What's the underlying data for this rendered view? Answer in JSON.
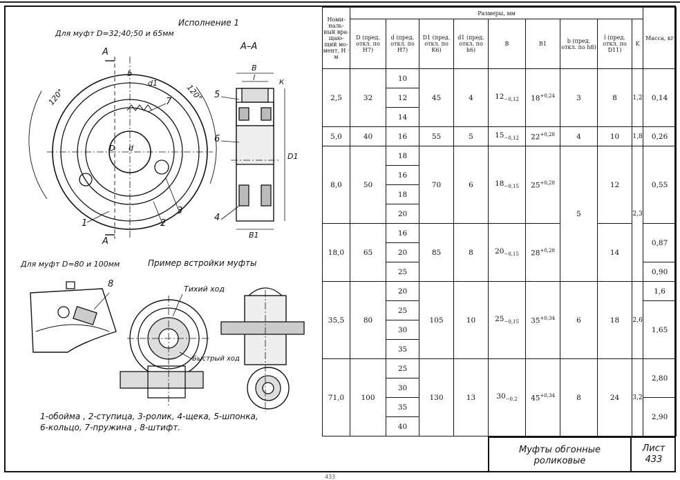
{
  "drawing": {
    "title_execution": "Исполнение 1",
    "caption_couplings_1": "Для муфт D=32;40;50 и 65мм",
    "section_label": "А–А",
    "section_mark_top": "А",
    "section_mark_bottom": "А",
    "angle_left": "120°",
    "angle_right": "120°",
    "dim_b": "b",
    "dim_d1": "d1",
    "dim_D": "D",
    "dim_d": "d",
    "dim_B": "В",
    "dim_l": "l",
    "dim_K": "К",
    "dim_D1": "D1",
    "dim_B1": "В1",
    "callouts": [
      "1",
      "2",
      "3",
      "4",
      "5",
      "6",
      "7",
      "8"
    ],
    "caption_couplings_2": "Для муфт D=80 и 100мм",
    "caption_example": "Пример встройки муфты",
    "label_slow": "Тихий ход",
    "label_fast": "Быстрый ход",
    "legend_line1": "1-обойма , 2-ступица, 3-ролик, 4-щека, 5-шпонка,",
    "legend_line2": "6-кольцо, 7-пружина , 8-штифт."
  },
  "table": {
    "header_nominal": "Номи- наль- ный вра- щаю- щий мо- мент, Н · м",
    "header_sizes": "Размеры, мм",
    "header_D": "D (пред. откл. по H7)",
    "header_d": "d (пред. откл. по H7)",
    "header_D1": "D1 (пред. откл. по K6)",
    "header_d1": "d1 (пред. откл. по h6)",
    "header_B": "B",
    "header_B1": "B1",
    "header_b": "b (пред. откл. по h8)",
    "header_l": "l (пред. откл. по D11)",
    "header_K": "K",
    "header_mass": "Масса, кг",
    "rows": {
      "r1": {
        "torque": "2,5",
        "D": "32",
        "d": [
          "10",
          "12",
          "14"
        ],
        "D1": "45",
        "d1": "4",
        "B": "12",
        "B_tol": "−0,12",
        "B1": "18",
        "B1_tol": "+0,24",
        "b": "3",
        "l": "8",
        "K": "1,2",
        "mass": "0,14"
      },
      "r2": {
        "torque": "5,0",
        "D": "40",
        "d": [
          "16"
        ],
        "D1": "55",
        "d1": "5",
        "B": "15",
        "B_tol": "−0,12",
        "B1": "22",
        "B1_tol": "+0,28",
        "b": "4",
        "l": "10",
        "K": "1,8",
        "mass": "0,26"
      },
      "r3": {
        "torque": "8,0",
        "D": "50",
        "d": [
          "18",
          "16",
          "18",
          "20"
        ],
        "D1": "70",
        "d1": "6",
        "B": "18",
        "B_tol": "−0,15",
        "B1": "25",
        "B1_tol": "+0,28",
        "l": "12",
        "mass": "0,55"
      },
      "r4": {
        "torque": "18,0",
        "D": "65",
        "d": [
          "16",
          "20",
          "25"
        ],
        "D1": "85",
        "d1": "8",
        "B": "20",
        "B_tol": "−0,15",
        "B1": "28",
        "B1_tol": "+0,28",
        "l": "14",
        "mass": [
          "0,87",
          "0,90"
        ]
      },
      "b_34": "5",
      "K_34": "2,3",
      "r5": {
        "torque": "35,5",
        "D": "80",
        "d": [
          "20",
          "25",
          "30",
          "35"
        ],
        "D1": "105",
        "d1": "10",
        "B": "25",
        "B_tol": "−0,15",
        "B1": "35",
        "B1_tol": "+0,34",
        "b": "6",
        "l": "18",
        "K": "2,6",
        "mass": [
          "1,6",
          "1,65"
        ]
      },
      "r6": {
        "torque": "71,0",
        "D": "100",
        "d": [
          "25",
          "30",
          "35",
          "40"
        ],
        "D1": "130",
        "d1": "13",
        "B": "30",
        "B_tol": "−0,2",
        "B1": "45",
        "B1_tol": "+0,34",
        "b": "8",
        "l": "24",
        "K": "3,2",
        "mass": [
          "2,80",
          "2,90"
        ]
      }
    }
  },
  "titleblock": {
    "name_line1": "Муфты обгонные",
    "name_line2": "роликовые",
    "sheet_label": "Лист",
    "sheet_number": "433"
  },
  "page_number": "433"
}
